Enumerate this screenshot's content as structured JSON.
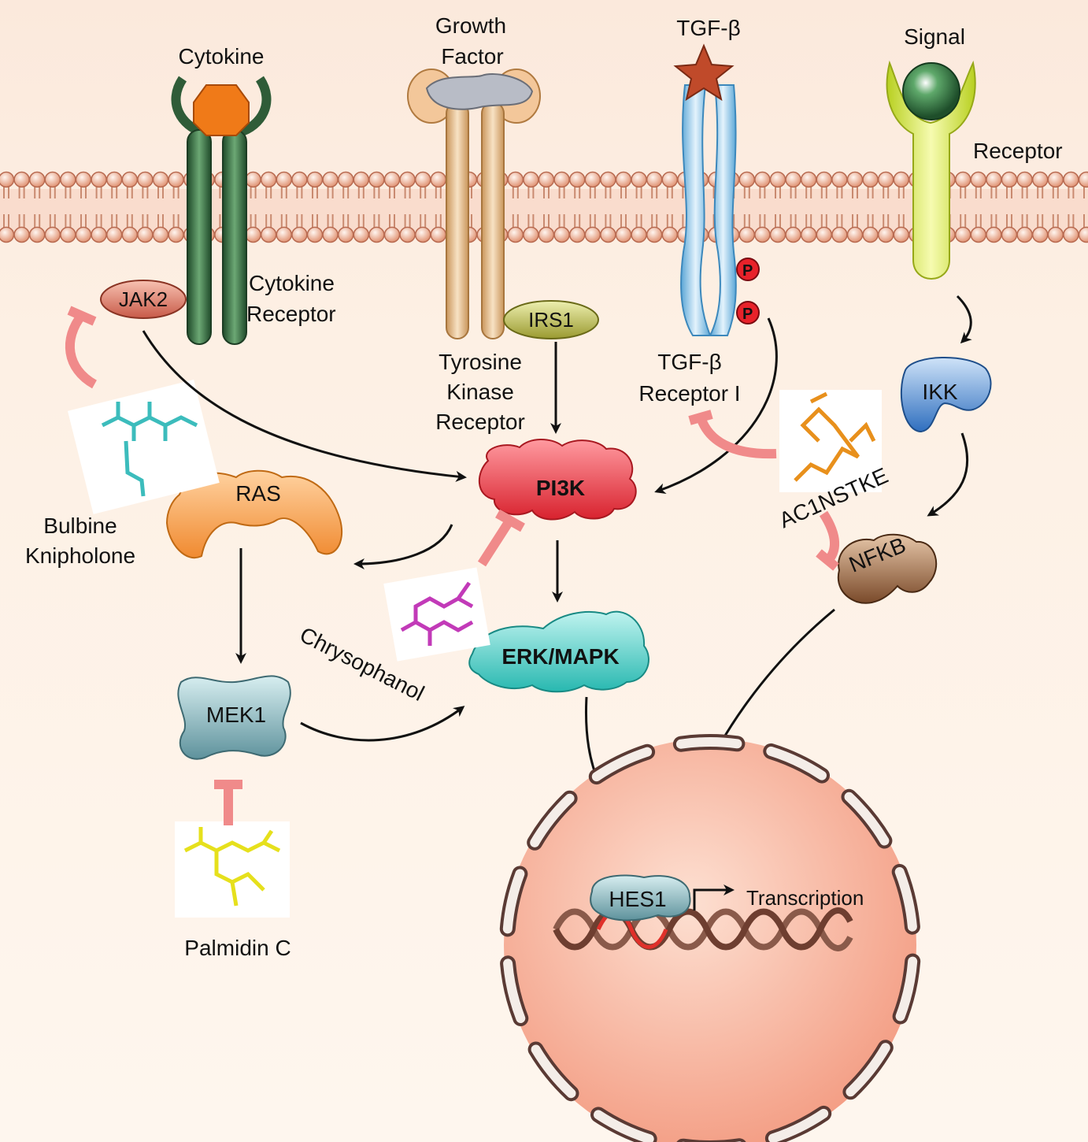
{
  "receptors": {
    "cytokine": "Cytokine",
    "cytokine_receptor_1": "Cytokine",
    "cytokine_receptor_2": "Receptor",
    "growth_factor_1": "Growth",
    "growth_factor_2": "Factor",
    "tyrosine_1": "Tyrosine",
    "tyrosine_2": "Kinase",
    "tyrosine_3": "Receptor",
    "tgf": "TGF-β",
    "tgf_receptor_1": "TGF-β",
    "tgf_receptor_2": "Receptor I",
    "signal": "Signal",
    "receptor": "Receptor",
    "phospho": "P"
  },
  "proteins": {
    "jak2": "JAK2",
    "irs1": "IRS1",
    "ikk": "IKK",
    "pi3k": "PI3K",
    "ras": "RAS",
    "nfkb": "NFKB",
    "erk": "ERK/MAPK",
    "mek1": "MEK1",
    "hes1": "HES1"
  },
  "compounds": {
    "bulbine_1": "Bulbine",
    "bulbine_2": "Knipholone",
    "ac1": "AC1NSTKE",
    "chrysophanol": "Chrysophanol",
    "palmidin": "Palmidin C"
  },
  "nucleus": {
    "transcription": "Transcription"
  },
  "colors": {
    "membrane": "#e8a58a",
    "inhibit": "#f08a8a",
    "pi3k": "#e8323c",
    "ras": "#f5a04a",
    "erk": "#3ec8c2",
    "mek1": "#6fa3ac",
    "ikk": "#3c7ec8",
    "nfkb": "#8a5a3a",
    "nucleus": "#f6a68c"
  }
}
